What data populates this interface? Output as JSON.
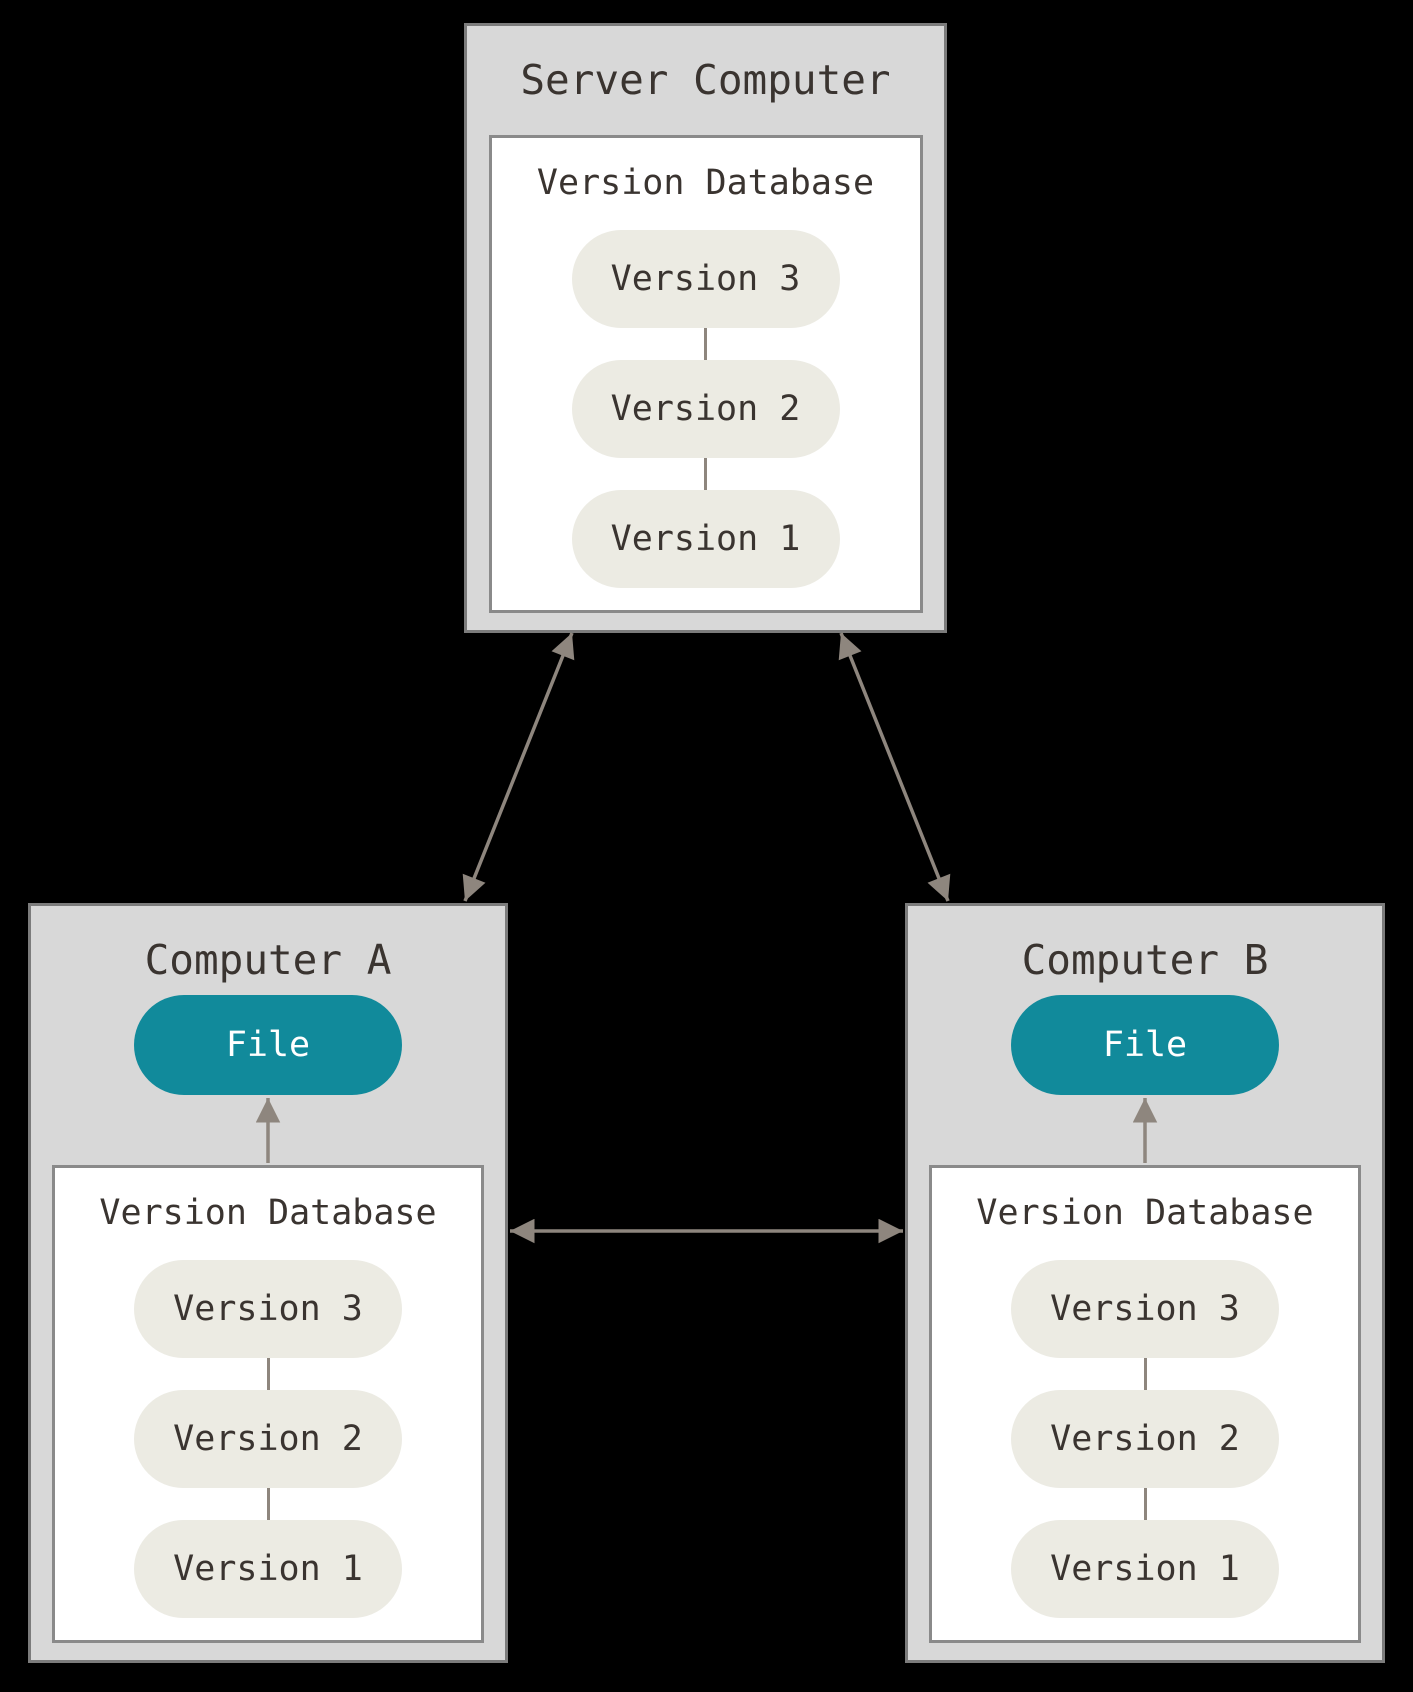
{
  "colors": {
    "background": "#000000",
    "box_fill": "#d8d8d8",
    "box_border": "#7c7c7c",
    "db_fill": "#ffffff",
    "db_border": "#8a8a8a",
    "pill_fill": "#ecebe3",
    "file_fill": "#118a9b",
    "file_text": "#ffffff",
    "text": "#3a3430",
    "arrow": "#8e867e"
  },
  "server": {
    "title": "Server Computer",
    "database": {
      "title": "Version Database",
      "versions": [
        "Version 3",
        "Version 2",
        "Version 1"
      ]
    }
  },
  "computer_a": {
    "title": "Computer A",
    "file_label": "File",
    "database": {
      "title": "Version Database",
      "versions": [
        "Version 3",
        "Version 2",
        "Version 1"
      ]
    }
  },
  "computer_b": {
    "title": "Computer B",
    "file_label": "File",
    "database": {
      "title": "Version Database",
      "versions": [
        "Version 3",
        "Version 2",
        "Version 1"
      ]
    }
  },
  "connections": [
    {
      "from": "server-computer",
      "to": "computer-a",
      "type": "bidirectional"
    },
    {
      "from": "server-computer",
      "to": "computer-b",
      "type": "bidirectional"
    },
    {
      "from": "computer-a",
      "to": "computer-b",
      "type": "bidirectional"
    },
    {
      "from": "computer-a-version-database",
      "to": "computer-a-file",
      "type": "single"
    },
    {
      "from": "computer-b-version-database",
      "to": "computer-b-file",
      "type": "single"
    }
  ]
}
